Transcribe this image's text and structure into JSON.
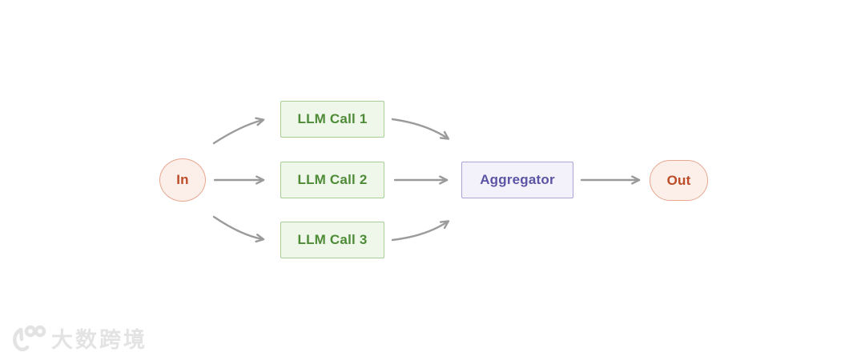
{
  "diagram": {
    "type": "flowchart",
    "nodes": {
      "in": {
        "label": "In",
        "shape": "ellipse"
      },
      "llm_call_1": {
        "label": "LLM Call 1",
        "shape": "rectangle"
      },
      "llm_call_2": {
        "label": "LLM Call 2",
        "shape": "rectangle"
      },
      "llm_call_3": {
        "label": "LLM Call 3",
        "shape": "rectangle"
      },
      "aggregator": {
        "label": "Aggregator",
        "shape": "rectangle"
      },
      "out": {
        "label": "Out",
        "shape": "pill"
      }
    },
    "edges": [
      {
        "from": "in",
        "to": "llm_call_1",
        "style": "curved"
      },
      {
        "from": "in",
        "to": "llm_call_2",
        "style": "straight"
      },
      {
        "from": "in",
        "to": "llm_call_3",
        "style": "curved"
      },
      {
        "from": "llm_call_1",
        "to": "aggregator",
        "style": "curved"
      },
      {
        "from": "llm_call_2",
        "to": "aggregator",
        "style": "straight"
      },
      {
        "from": "llm_call_3",
        "to": "aggregator",
        "style": "curved"
      },
      {
        "from": "aggregator",
        "to": "out",
        "style": "straight"
      }
    ],
    "colors": {
      "background": "#ffffff",
      "arrow": "#9b9b9b",
      "llm_box_fill": "#eff6ea",
      "llm_box_border": "#a8cd96",
      "llm_box_text": "#4e8b37",
      "aggregator_fill": "#f3f2fb",
      "aggregator_border": "#a9a5d6",
      "aggregator_text": "#5b54a5",
      "terminal_fill": "#fcefe9",
      "terminal_border": "#e7a78f",
      "terminal_text": "#bd4b27"
    }
  },
  "watermark": {
    "logo": "100-logo",
    "text": "大数跨境",
    "color": "#e3e3e3"
  }
}
